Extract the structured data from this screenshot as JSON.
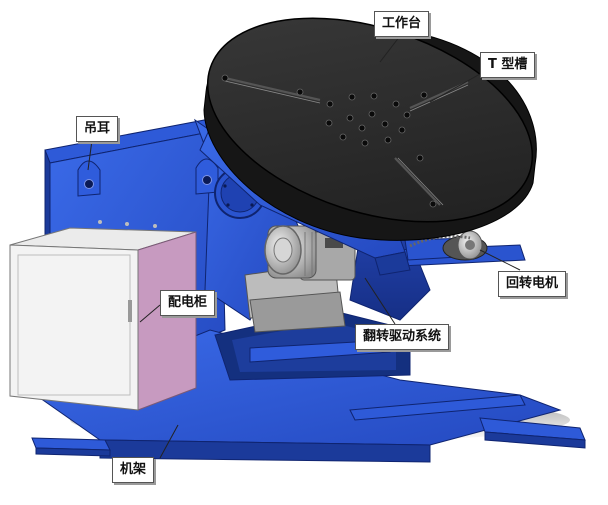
{
  "labels": {
    "worktable": "工作台",
    "t_slot": "T 型槽",
    "lifting_lug": "吊耳",
    "control_cabinet": "配电柜",
    "rotation_motor": "回转电机",
    "tilt_drive": "翻转驱动系统",
    "frame": "机架"
  },
  "colors": {
    "frame_blue": "#2c58d6",
    "frame_dark": "#1b3a9a",
    "table_black": "#2a2a2a",
    "cabinet_face": "#f2f2f2",
    "cabinet_side": "#c79ac0",
    "motor_grey": "#c9c9c9",
    "callout_border": "#555555"
  }
}
